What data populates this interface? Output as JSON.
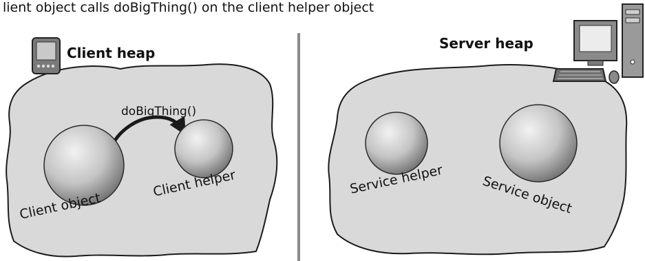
{
  "caption": "lient object calls doBigThing() on the client helper object",
  "client_side": {
    "title": "Client heap",
    "method_call": "doBigThing()",
    "client_object_label": "Client object",
    "client_helper_label": "Client helper"
  },
  "server_side": {
    "title": "Server heap",
    "service_helper_label": "Service helper",
    "service_object_label": "Service object"
  },
  "colors": {
    "heap_fill": "#d9d9d9",
    "heap_stroke": "#1a1a1a",
    "divider": "#8a8a8a",
    "arrow": "#1a1a1a"
  }
}
